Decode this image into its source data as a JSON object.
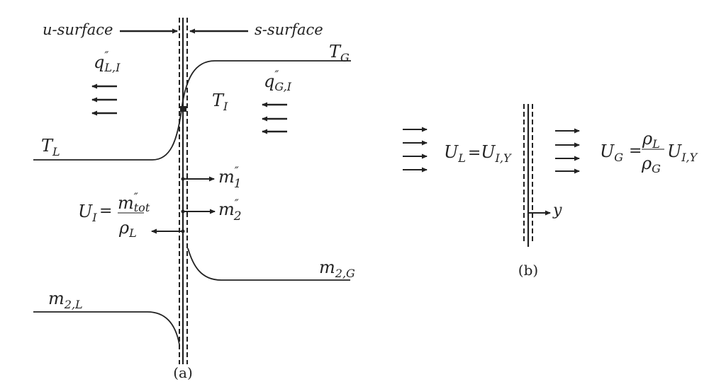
{
  "panel_a": {
    "caption": "(a)",
    "u_surface": "u-surface",
    "s_surface": "s-surface",
    "T_G": {
      "main": "T",
      "sub": "G"
    },
    "T_L": {
      "main": "T",
      "sub": "L"
    },
    "T_I": {
      "main": "T",
      "sub": "I"
    },
    "q_LI": {
      "main": "q",
      "sup": "″",
      "sub": "L,I"
    },
    "q_GI": {
      "main": "q",
      "sup": "″",
      "sub": "G,I"
    },
    "m1": {
      "main": "m",
      "sup": "″",
      "sub": "1"
    },
    "m2": {
      "main": "m",
      "sup": "″",
      "sub": "2"
    },
    "U_I": {
      "main": "U",
      "sub": "I",
      "eq": "=",
      "num_main": "m",
      "num_sup": "″",
      "num_sub": "tot",
      "den_main": "ρ",
      "den_sub": "L"
    },
    "m_2G": {
      "main": "m",
      "sub": "2,G"
    },
    "m_2L": {
      "main": "m",
      "sub": "2,L"
    }
  },
  "panel_b": {
    "caption": "(b)",
    "U_L": {
      "main": "U",
      "sub": "L",
      "eq": "=",
      "rhs_main": "U",
      "rhs_sub": "I,Y"
    },
    "U_G": {
      "main": "U",
      "sub": "G",
      "eq": "=",
      "num_main": "ρ",
      "num_sub": "L",
      "den_main": "ρ",
      "den_sub": "G",
      "rhs_main": "U",
      "rhs_sub": "I,Y"
    },
    "y_axis": "y"
  }
}
